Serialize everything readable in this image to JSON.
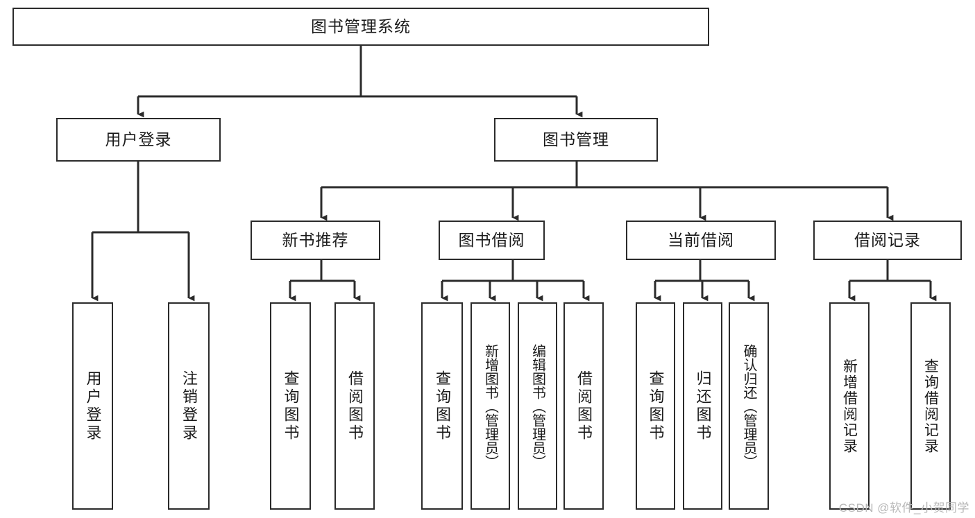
{
  "diagram": {
    "title": "图书管理系统",
    "type": "hierarchy-tree",
    "orientation": "top-down",
    "line_color": "#2b2b2b",
    "box_fill": "#ffffff",
    "text_color": "#1a1a1a",
    "levels": [
      {
        "level": 1,
        "nodes": [
          {
            "id": "root",
            "label": "图书管理系统",
            "orientation": "horizontal"
          }
        ]
      },
      {
        "level": 2,
        "nodes": [
          {
            "id": "login",
            "label": "用户登录",
            "orientation": "horizontal",
            "parent": "root"
          },
          {
            "id": "bookmgmt",
            "label": "图书管理",
            "orientation": "horizontal",
            "parent": "root"
          }
        ]
      },
      {
        "level": 3,
        "nodes": [
          {
            "id": "newbook",
            "label": "新书推荐",
            "orientation": "horizontal",
            "parent": "bookmgmt"
          },
          {
            "id": "borrow",
            "label": "图书借阅",
            "orientation": "horizontal",
            "parent": "bookmgmt"
          },
          {
            "id": "current",
            "label": "当前借阅",
            "orientation": "horizontal",
            "parent": "bookmgmt"
          },
          {
            "id": "record",
            "label": "借阅记录",
            "orientation": "horizontal",
            "parent": "bookmgmt"
          }
        ]
      },
      {
        "level": 4,
        "nodes": [
          {
            "id": "leaf1",
            "label": "用户登录",
            "orientation": "vertical",
            "parent": "login"
          },
          {
            "id": "leaf2",
            "label": "注销登录",
            "orientation": "vertical",
            "parent": "login"
          },
          {
            "id": "leaf3",
            "label": "查询图书",
            "orientation": "vertical",
            "parent": "newbook"
          },
          {
            "id": "leaf4",
            "label": "借阅图书",
            "orientation": "vertical",
            "parent": "newbook"
          },
          {
            "id": "leaf5",
            "label": "查询图书",
            "orientation": "vertical",
            "parent": "borrow"
          },
          {
            "id": "leaf6",
            "label": "新增图书（管理员）",
            "orientation": "vertical",
            "parent": "borrow"
          },
          {
            "id": "leaf7",
            "label": "编辑图书（管理员）",
            "orientation": "vertical",
            "parent": "borrow"
          },
          {
            "id": "leaf8",
            "label": "借阅图书",
            "orientation": "vertical",
            "parent": "borrow"
          },
          {
            "id": "leaf9",
            "label": "查询图书",
            "orientation": "vertical",
            "parent": "current"
          },
          {
            "id": "leaf10",
            "label": "归还图书",
            "orientation": "vertical",
            "parent": "current"
          },
          {
            "id": "leaf11",
            "label": "确认归还（管理员）",
            "orientation": "vertical",
            "parent": "current"
          },
          {
            "id": "leaf12",
            "label": "新增借阅记录",
            "orientation": "vertical",
            "parent": "record"
          },
          {
            "id": "leaf13",
            "label": "查询借阅记录",
            "orientation": "vertical",
            "parent": "record"
          }
        ]
      }
    ]
  },
  "watermark": {
    "text": "CSDN @软件_小贺同学"
  }
}
